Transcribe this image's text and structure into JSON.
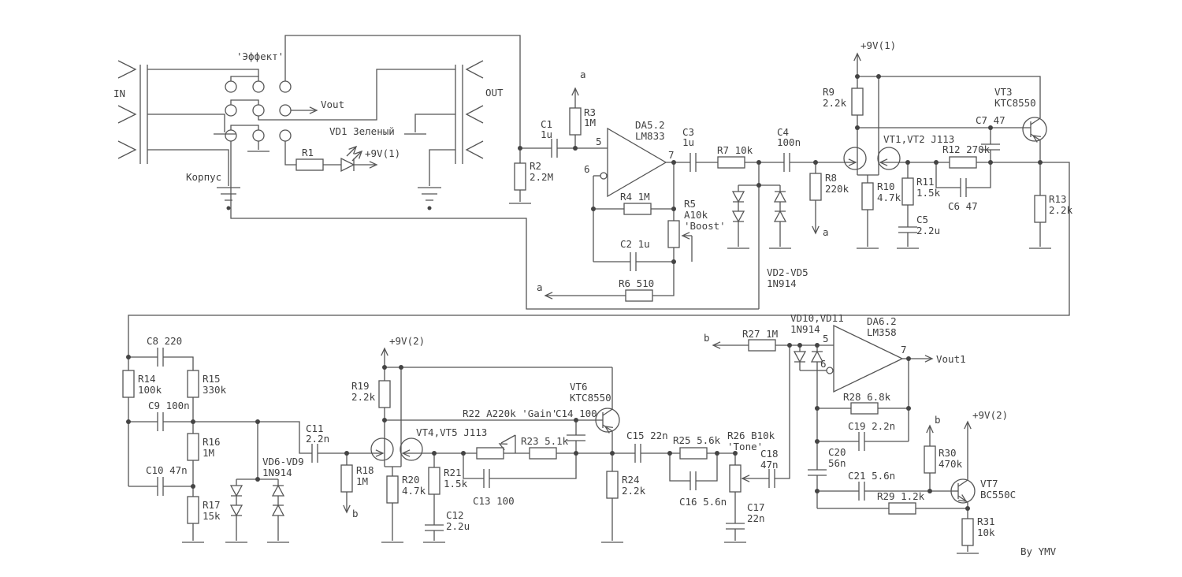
{
  "colors": {
    "line": "#555555",
    "text": "#3f3f3f",
    "background": "#ffffff"
  },
  "labels": {
    "effect_switch": "'Эффект'",
    "jack_in": "IN",
    "chassis": "Корпус",
    "vout": "Vout",
    "vd1": "VD1 Зеленый",
    "r1": "R1",
    "plus9v1_led": "+9V(1)",
    "jack_out": "OUT",
    "r2_ref": "R2",
    "r2_val": "2.2M",
    "c1_ref": "C1",
    "c1_val": "1u",
    "net_a_r3": "a",
    "r3_ref": "R3",
    "r3_val": "1M",
    "da5_ref": "DA5.2",
    "da5_val": "LM833",
    "pin5a": "5",
    "pin6a": "6",
    "pin7a": "7",
    "c3_ref": "C3",
    "c3_val": "1u",
    "r7": "R7 10k",
    "c4_ref": "C4",
    "c4_val": "100n",
    "r4": "R4 1M",
    "r5_ref": "R5",
    "r5_val": "A10k",
    "r5_name": "'Boost'",
    "c2": "C2 1u",
    "r6": "R6 510",
    "net_a_r6": "a",
    "vd2_5_ref": "VD2-VD5",
    "vd2_5_val": "1N914",
    "r8_ref": "R8",
    "r8_val": "220k",
    "net_a_r8": "a",
    "plus9v1_rail": "+9V(1)",
    "r9_ref": "R9",
    "r9_val": "2.2k",
    "vt12": "VT1,VT2 J113",
    "r10_ref": "R10",
    "r10_val": "4.7k",
    "r11_ref": "R11",
    "r11_val": "1.5k",
    "c5_ref": "C5",
    "c5_val": "2.2u",
    "r12": "R12 270k",
    "c6": "C6 47",
    "c7": "C7 47",
    "vt3_ref": "VT3",
    "vt3_val": "KTC8550",
    "r13_ref": "R13",
    "r13_val": "2.2k",
    "c8": "C8 220",
    "r14_ref": "R14",
    "r14_val": "100k",
    "r15_ref": "R15",
    "r15_val": "330k",
    "c9": "C9 100n",
    "r16_ref": "R16",
    "r16_val": "1M",
    "c10": "C10 47n",
    "r17_ref": "R17",
    "r17_val": "15k",
    "vd6_9_ref": "VD6-VD9",
    "vd6_9_val": "1N914",
    "c11_ref": "C11",
    "c11_val": "2.2n",
    "r18_ref": "R18",
    "r18_val": "1M",
    "net_b_r18": "b",
    "plus9v2_rail": "+9V(2)",
    "r19_ref": "R19",
    "r19_val": "2.2k",
    "vt45": "VT4,VT5 J113",
    "r20_ref": "R20",
    "r20_val": "4.7k",
    "r21_ref": "R21",
    "r21_val": "1.5k",
    "c12_ref": "C12",
    "c12_val": "2.2u",
    "r22": "R22 A220k 'Gain'",
    "c14": "C14 100",
    "r23": "R23 5.1k",
    "c13": "C13 100",
    "vt6_ref": "VT6",
    "vt6_val": "KTC8550",
    "c15": "C15 22n",
    "r24_ref": "R24",
    "r24_val": "2.2k",
    "r25": "R25 5.6k",
    "c16": "C16 5.6n",
    "r26": "R26 B10k",
    "r26_name": "'Tone'",
    "c17_ref": "C17",
    "c17_val": "22n",
    "c18_ref": "C18",
    "c18_val": "47n",
    "net_b_r27": "b",
    "r27": "R27 1M",
    "vd10_11_ref": "VD10,VD11",
    "vd10_11_val": "1N914",
    "pin5b": "5",
    "pin6b": "6",
    "pin7b": "7",
    "da6_ref": "DA6.2",
    "da6_val": "LM358",
    "vout1": "Vout1",
    "r28": "R28 6.8k",
    "c19": "C19 2.2n",
    "c20_ref": "C20",
    "c20_val": "56n",
    "c21": "C21 5.6n",
    "r29": "R29 1.2k",
    "net_b_r30": "b",
    "r30_ref": "R30",
    "r30_val": "470k",
    "plus9v2_vt7": "+9V(2)",
    "vt7_ref": "VT7",
    "vt7_val": "BC550C",
    "r31_ref": "R31",
    "r31_val": "10k",
    "credit": "By YMV"
  }
}
